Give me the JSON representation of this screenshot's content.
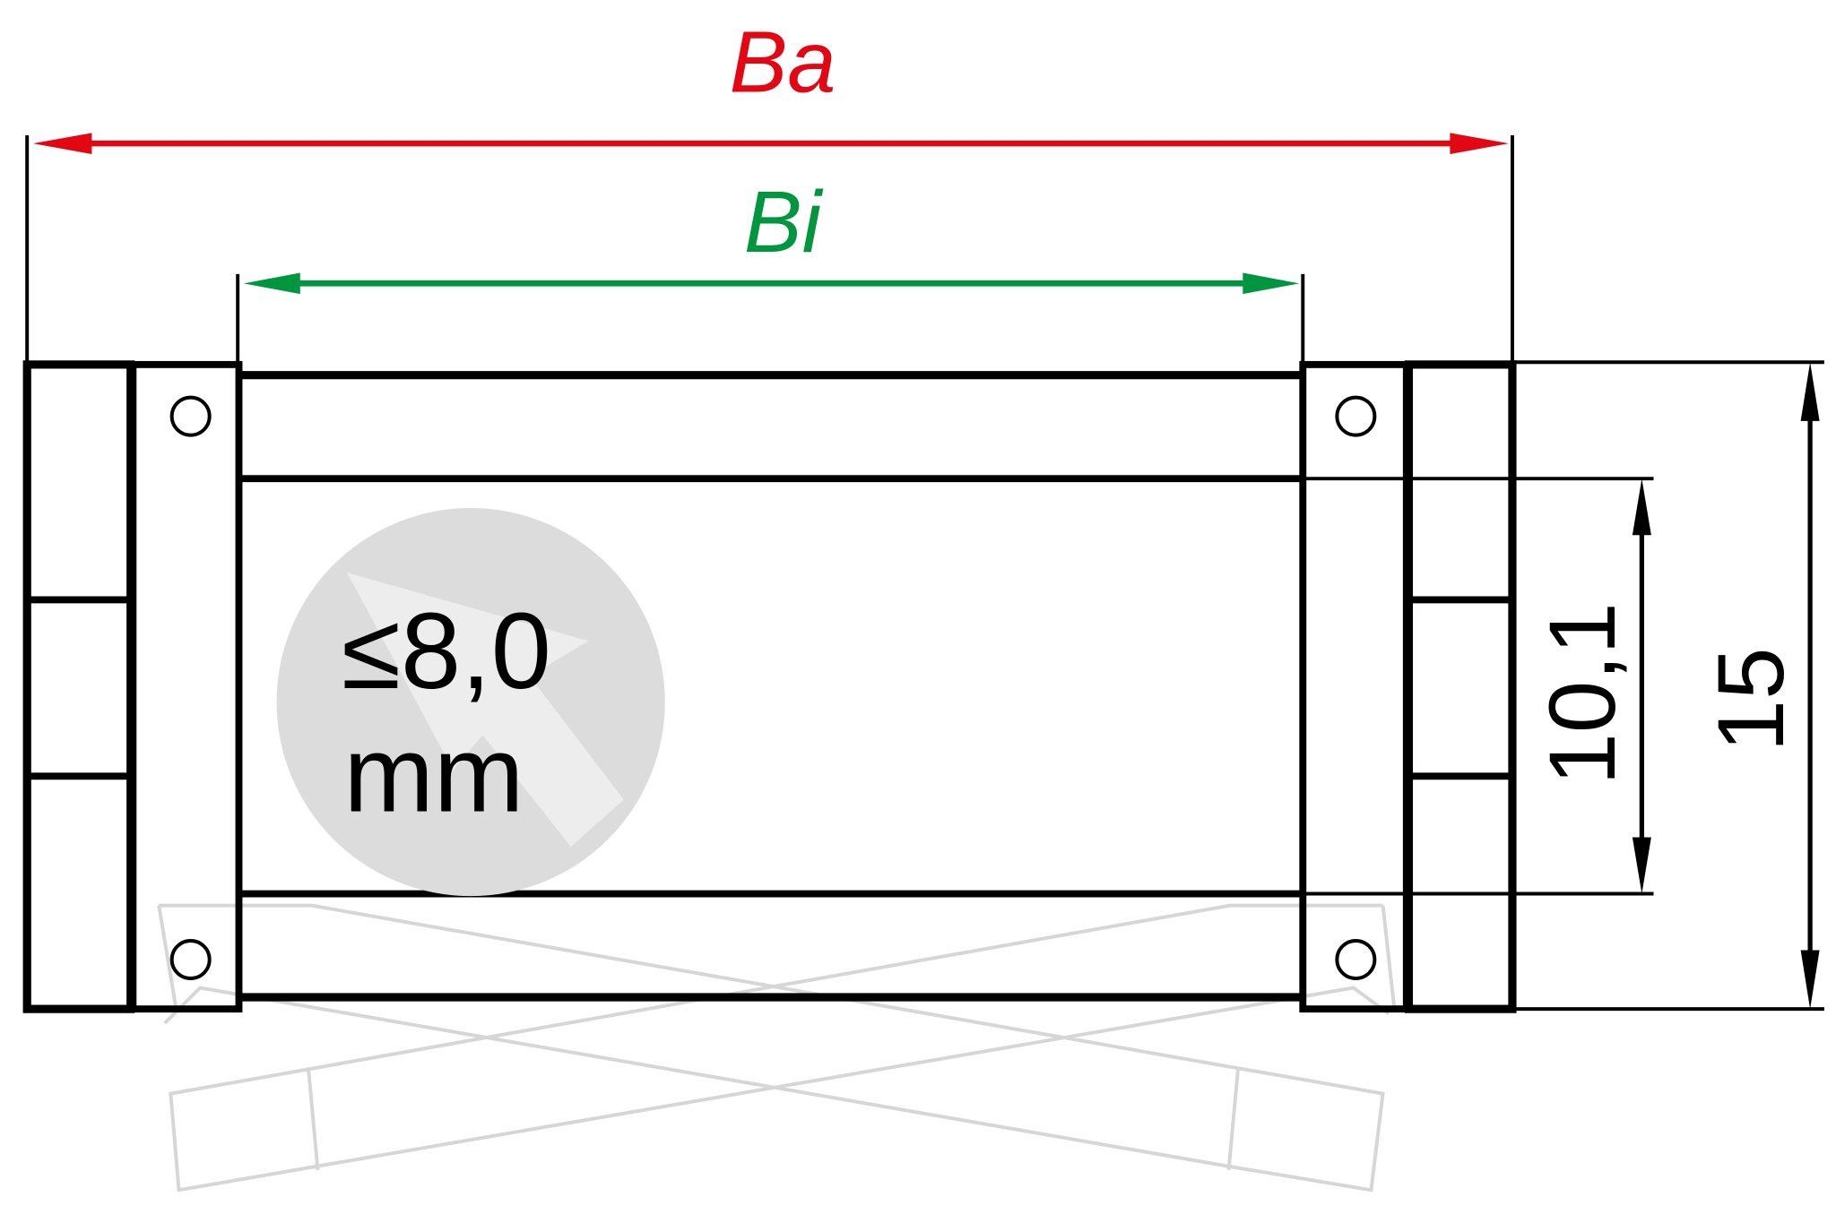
{
  "diagram": {
    "title": "Cable carrier cross-section dimensions",
    "colors": {
      "outer_width": "#e30613",
      "inner_width": "#009640",
      "outline": "#000000",
      "ghost": "#d4d4d4",
      "badge_bg": "#dcdcdc",
      "badge_arrow": "#eeeeee"
    },
    "dimensions": {
      "outer_width_label": "Ba",
      "inner_width_label": "Bi",
      "inner_height_label": "10,1",
      "outer_height_label": "15"
    },
    "badge": {
      "line1": "≤8,0",
      "line2": "mm"
    }
  }
}
